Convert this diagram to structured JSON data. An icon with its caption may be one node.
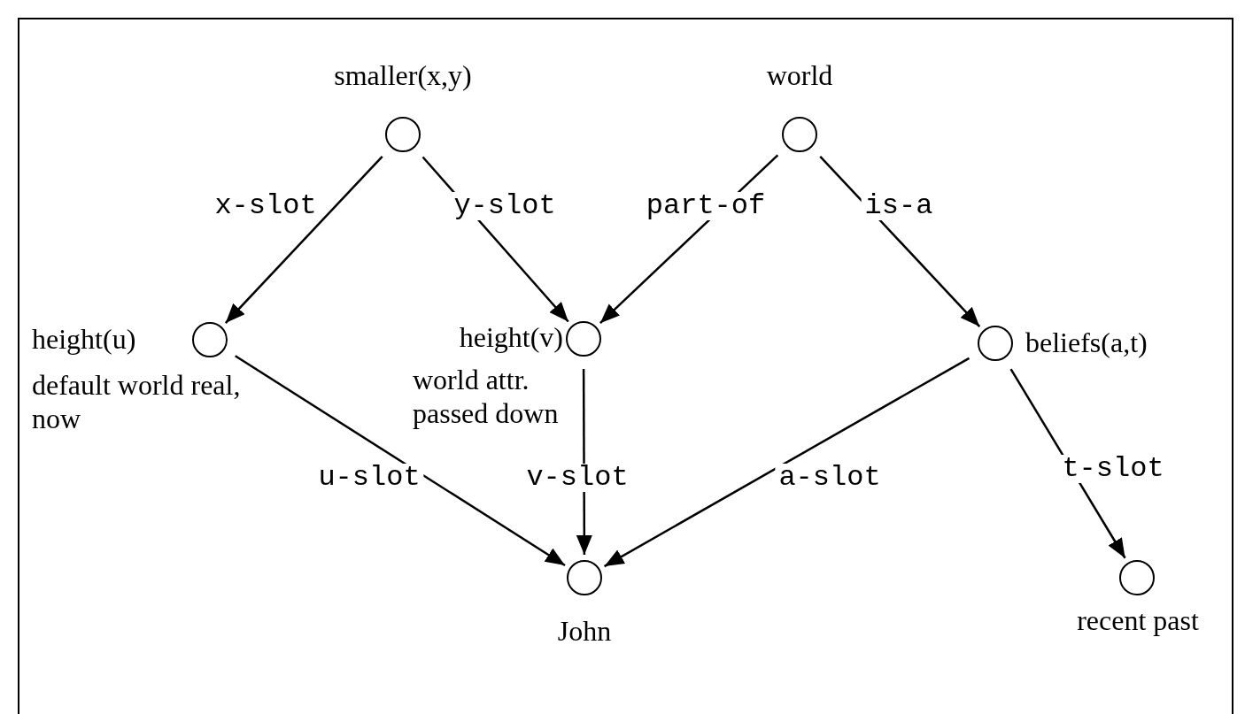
{
  "diagram": {
    "nodes": [
      {
        "text": [],
        "shape": "circle",
        "beside": [
          "smaller(x,y)"
        ]
      },
      {
        "text": [],
        "shape": "circle",
        "beside": [
          "world"
        ]
      },
      {
        "text": [],
        "shape": "circle",
        "beside": [
          "height(u)",
          "default world real, now"
        ]
      },
      {
        "text": [],
        "shape": "circle",
        "beside": [
          "height(v)",
          "world attr. passed down"
        ]
      },
      {
        "text": [],
        "shape": "circle",
        "beside": [
          "beliefs(a,t)"
        ]
      },
      {
        "text": [],
        "shape": "circle",
        "beside": [
          "John"
        ]
      },
      {
        "text": [],
        "shape": "circle",
        "beside": [
          "recent past"
        ]
      }
    ],
    "edges": [
      {
        "from": 0,
        "to": 2,
        "arrow": "to",
        "label": "x-slot"
      },
      {
        "from": 0,
        "to": 3,
        "arrow": "to",
        "label": "y-slot"
      },
      {
        "from": 1,
        "to": 3,
        "arrow": "to",
        "label": "part-of"
      },
      {
        "from": 1,
        "to": 4,
        "arrow": "to",
        "label": "is-a"
      },
      {
        "from": 2,
        "to": 5,
        "arrow": "to",
        "label": "u-slot"
      },
      {
        "from": 3,
        "to": 5,
        "arrow": "to",
        "label": "v-slot"
      },
      {
        "from": 4,
        "to": 5,
        "arrow": "to",
        "label": "a-slot"
      },
      {
        "from": 4,
        "to": 6,
        "arrow": "to",
        "label": "t-slot"
      }
    ]
  }
}
